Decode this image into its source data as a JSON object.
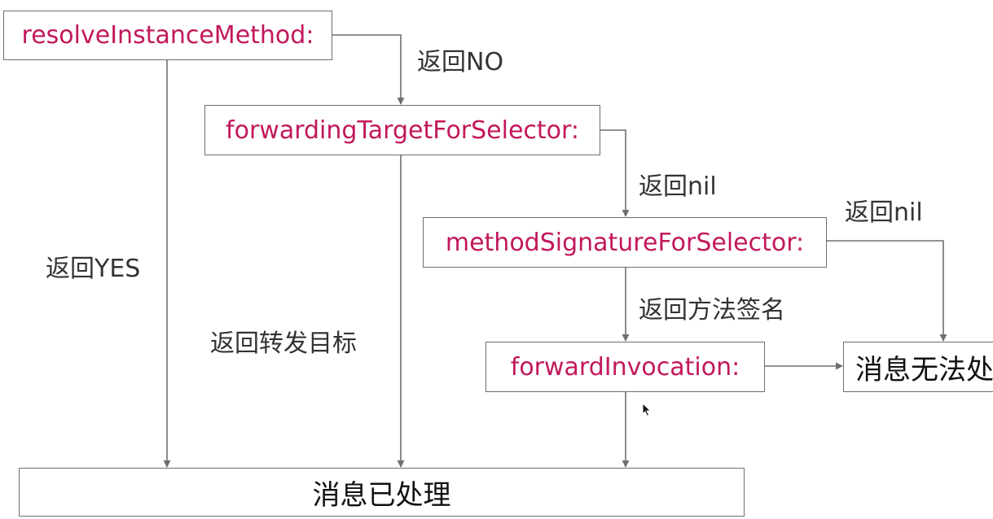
{
  "nodes": {
    "resolve": "resolveInstanceMethod:",
    "forwarding_target": "forwardingTargetForSelector:",
    "method_signature": "methodSignatureForSelector:",
    "forward_invocation": "forwardInvocation:",
    "handled": "消息已处理",
    "unhandled": "消息无法处"
  },
  "edges": {
    "return_no": "返回NO",
    "return_yes": "返回YES",
    "return_nil_1": "返回nil",
    "return_nil_2": "返回nil",
    "return_target": "返回转发目标",
    "return_signature": "返回方法签名"
  },
  "colors": {
    "method_text": "#c2185b",
    "line": "#6e6e6e"
  },
  "icons": {
    "cursor": "mouse-pointer-icon"
  }
}
